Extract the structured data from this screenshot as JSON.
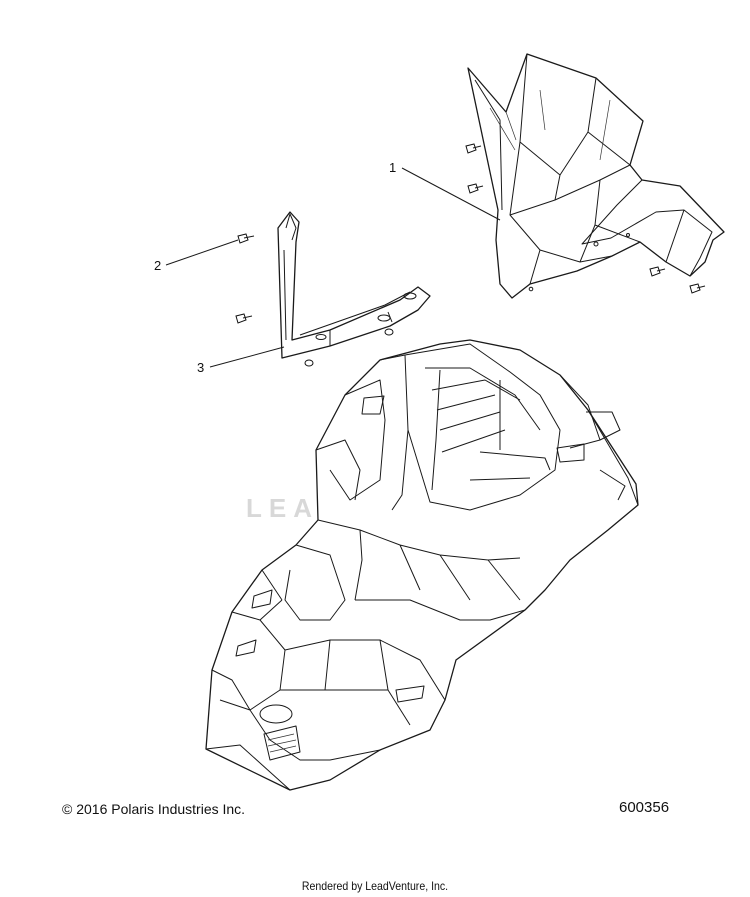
{
  "callouts": [
    {
      "number": "1",
      "part": "windshield"
    },
    {
      "number": "2",
      "part": "screw"
    },
    {
      "number": "3",
      "part": "bracket"
    }
  ],
  "watermark": "LEADVENTURE",
  "copyright": "© 2016 Polaris Industries Inc.",
  "drawing_number": "600356",
  "rendered_by": "Rendered by LeadVenture, Inc."
}
